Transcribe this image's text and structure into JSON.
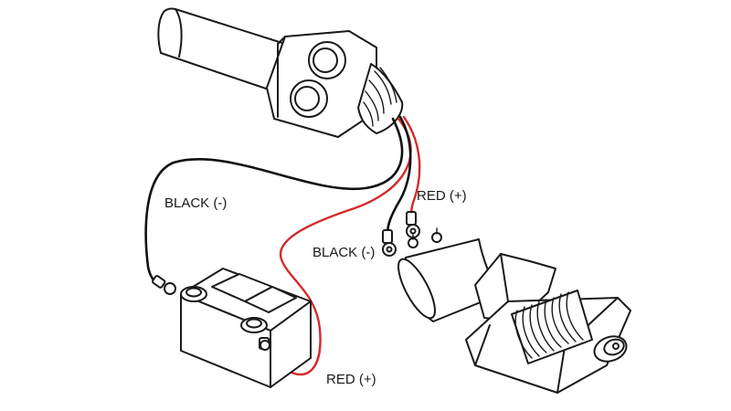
{
  "labels": {
    "black_remote": "BLACK (-)",
    "red_winch": "RED (+)",
    "black_winch": "BLACK (-)",
    "red_battery": "RED (+)"
  },
  "colors": {
    "black_wire": "#111111",
    "red_wire": "#d42a2a",
    "outline": "#1a1a1a"
  }
}
